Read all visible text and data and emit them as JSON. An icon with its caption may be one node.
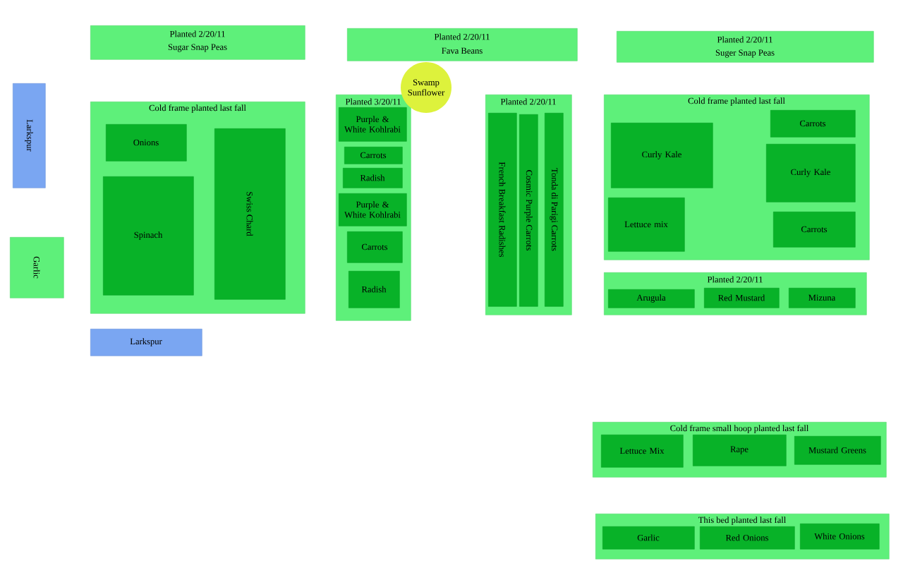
{
  "diagram": {
    "nodes": [
      {
        "text": [
          "Planted 2/20/11",
          "Sugar Snap Peas"
        ]
      },
      {
        "text": [
          "Planted 2/20/11",
          "Fava Beans"
        ]
      },
      {
        "text": [
          "Planted 2/20/11",
          "Suger Snap Peas"
        ]
      },
      {
        "text": [
          "Larkspur"
        ]
      },
      {
        "text": [
          "Cold frame planted last fall"
        ]
      },
      {
        "text": [
          "Onions"
        ],
        "in": 4
      },
      {
        "text": [
          "Spinach"
        ],
        "in": 4
      },
      {
        "text": [
          "Swiss Chard"
        ],
        "in": 4
      },
      {
        "text": [
          "Garlic"
        ]
      },
      {
        "text": [
          "Larkspur"
        ]
      },
      {
        "text": [
          "Planted 3/20/11"
        ]
      },
      {
        "text": [
          "Purple & White Kohlrabi"
        ],
        "in": 10
      },
      {
        "text": [
          "Carrots"
        ],
        "in": 10
      },
      {
        "text": [
          "Radish"
        ],
        "in": 10
      },
      {
        "text": [
          "Purple & White Kohlrabi"
        ],
        "in": 10
      },
      {
        "text": [
          "Carrots"
        ],
        "in": 10
      },
      {
        "text": [
          "Radish"
        ],
        "in": 10
      },
      {
        "text": [
          "Swamp Sunflower"
        ]
      },
      {
        "text": [
          "Planted 2/20/11"
        ]
      },
      {
        "text": [
          "French Breakfast Radishes"
        ],
        "in": 18
      },
      {
        "text": [
          "Cosmic Purple Carrots"
        ],
        "in": 18
      },
      {
        "text": [
          "Tonda di Parigi Carrots"
        ],
        "in": 18
      },
      {
        "text": [
          "Cold frame planted last fall"
        ]
      },
      {
        "text": [
          "Curly Kale"
        ],
        "in": 22
      },
      {
        "text": [
          "Carrots"
        ],
        "in": 22
      },
      {
        "text": [
          "Curly Kale"
        ],
        "in": 22
      },
      {
        "text": [
          "Lettuce mix"
        ],
        "in": 22
      },
      {
        "text": [
          "Carrots"
        ],
        "in": 22
      },
      {
        "text": [
          "Planted 2/20/11"
        ]
      },
      {
        "text": [
          "Arugula"
        ],
        "in": 28
      },
      {
        "text": [
          "Red Mustard"
        ],
        "in": 28
      },
      {
        "text": [
          "Mizuna"
        ],
        "in": 28
      },
      {
        "text": [
          "Cold frame small hoop planted last fall"
        ]
      },
      {
        "text": [
          "Lettuce Mix"
        ],
        "in": 32
      },
      {
        "text": [
          "Rape"
        ],
        "in": 32
      },
      {
        "text": [
          "Mustard Greens"
        ],
        "in": 32
      },
      {
        "text": [
          "This bed planted last fall"
        ]
      },
      {
        "text": [
          "Garlic"
        ],
        "in": 36
      },
      {
        "text": [
          "Red Onions"
        ],
        "in": 36
      },
      {
        "text": [
          "White Onions"
        ],
        "in": 36
      }
    ]
  }
}
